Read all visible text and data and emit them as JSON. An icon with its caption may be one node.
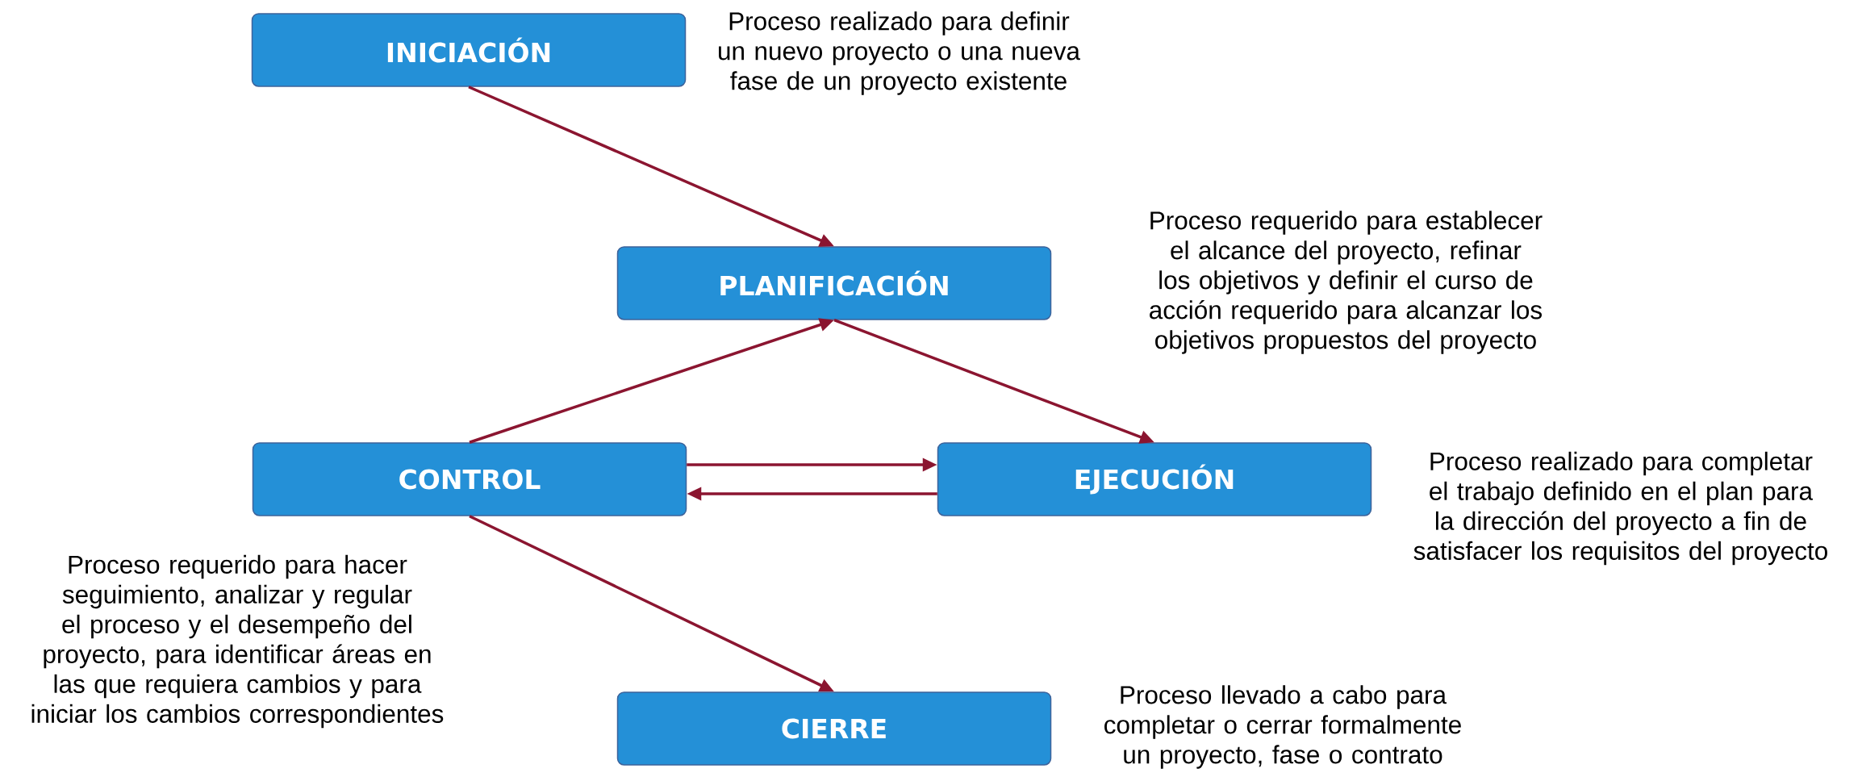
{
  "diagram": {
    "nodes": [
      {
        "text": [
          "INICIACIÓN"
        ],
        "beside": [
          "Proceso realizado para definir un nuevo proyecto o una nueva fase de un proyecto existente"
        ]
      },
      {
        "text": [
          "PLANIFICACIÓN"
        ],
        "beside": [
          "Proceso requerido para establecer el alcance del proyecto, refinar los objetivos y definir el curso de acción requerido para alcanzar los objetivos propuestos del proyecto"
        ]
      },
      {
        "text": [
          "CONTROL"
        ],
        "beside": [
          "Proceso requerido para hacer seguimiento, analizar y regular el proceso y el desempeño del proyecto, para identificar áreas en las que requiera cambios y para iniciar los cambios correspondientes"
        ]
      },
      {
        "text": [
          "EJECUCIÓN"
        ],
        "beside": [
          "Proceso realizado para completar el trabajo definido en el plan para la dirección del proyecto a fin de satisfacer los requisitos del proyecto"
        ]
      },
      {
        "text": [
          "CIERRE"
        ],
        "beside": [
          "Proceso llevado a cabo para completar o cerrar formalmente un proyecto, fase o contrato"
        ]
      }
    ],
    "edges": [
      {
        "from": 0,
        "to": 1,
        "arrow": "to"
      },
      {
        "from": 2,
        "to": 1,
        "arrow": "to"
      },
      {
        "from": 1,
        "to": 3,
        "arrow": "to"
      },
      {
        "from": 2,
        "to": 3,
        "arrow": "to"
      },
      {
        "from": 3,
        "to": 2,
        "arrow": "to"
      },
      {
        "from": 2,
        "to": 4,
        "arrow": "to"
      }
    ]
  }
}
